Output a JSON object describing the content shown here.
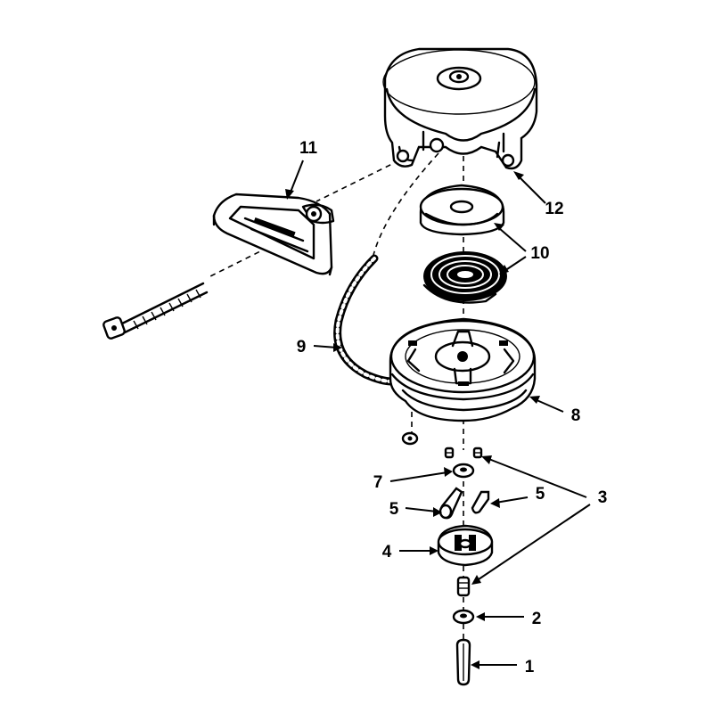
{
  "diagram": {
    "colors": {
      "ink": "#000000",
      "paper": "#ffffff"
    },
    "callouts": {
      "c1": "1",
      "c2": "2",
      "c3": "3",
      "c4": "4",
      "c5a": "5",
      "c5b": "5",
      "c7": "7",
      "c8": "8",
      "c9": "9",
      "c10": "10",
      "c11": "11",
      "c12": "12"
    }
  }
}
